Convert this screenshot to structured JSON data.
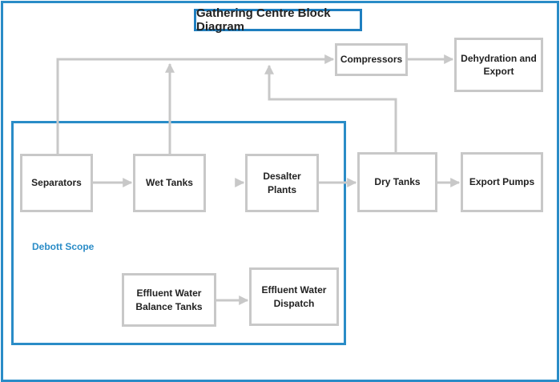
{
  "title": "Gathering Centre Block Diagram",
  "scope_label": "Debott Scope",
  "nodes": {
    "separators": "Separators",
    "wet_tanks": "Wet Tanks",
    "desalter_plants": "Desalter\nPlants",
    "dry_tanks": "Dry Tanks",
    "export_pumps": "Export Pumps",
    "compressors": "Compressors",
    "dehydration_export": "Dehydration and\nExport",
    "effluent_balance": "Effluent Water\nBalance Tanks",
    "effluent_dispatch": "Effluent Water\nDispatch"
  },
  "colors": {
    "frame": "#2a8cc7",
    "box_border": "#c8c8c8",
    "connector": "#c8c8c8",
    "scope_label": "#2a8cc7"
  }
}
